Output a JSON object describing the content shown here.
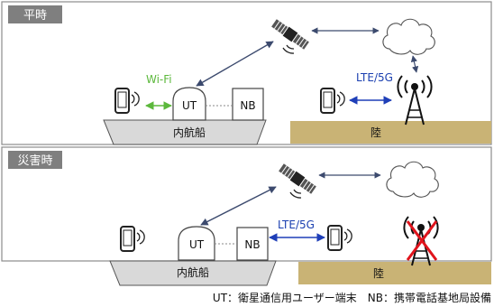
{
  "panels": {
    "normal": {
      "title": "平時"
    },
    "disaster": {
      "title": "災害時"
    }
  },
  "labels": {
    "ut": "UT",
    "nb": "NB",
    "ship": "内航船",
    "land": "陸",
    "wifi": "Wi-Fi",
    "lte": "LTE/5G"
  },
  "footer": {
    "legend": "UT：衛星通信用ユーザー端末　NB：携帯電話基地局設備"
  },
  "colors": {
    "panel_title_bg": "#7f7f7f",
    "ship": "#d9d9d9",
    "land": "#c9b375",
    "wifi_arrow": "#5cb83c",
    "lte_arrow": "#1f3fb8",
    "satellite_link": "#3c4a6e",
    "disabled_cross": "#e0141c"
  },
  "icons": [
    "smartphone-icon",
    "satellite-icon",
    "cloud-icon",
    "cell-tower-icon",
    "disabled-cross-icon"
  ]
}
